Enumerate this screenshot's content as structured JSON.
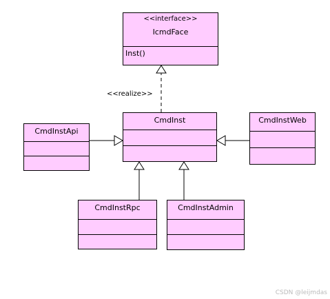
{
  "diagram": {
    "interface": {
      "stereotype": "<<interface>>",
      "name": "IcmdFace",
      "operation": "Inst()"
    },
    "realize_label": "<<realize>>",
    "classes": {
      "cmdinst": "CmdInst",
      "cmdinstapi": "CmdInstApi",
      "cmdinstweb": "CmdInstWeb",
      "cmdinstrpc": "CmdInstRpc",
      "cmdinstadmin": "CmdInstAdmin"
    },
    "watermark": "CSDN @leijmdas"
  },
  "colors": {
    "class_fill": "#ffccff",
    "border": "#000000",
    "watermark": "#bbbbbb"
  }
}
